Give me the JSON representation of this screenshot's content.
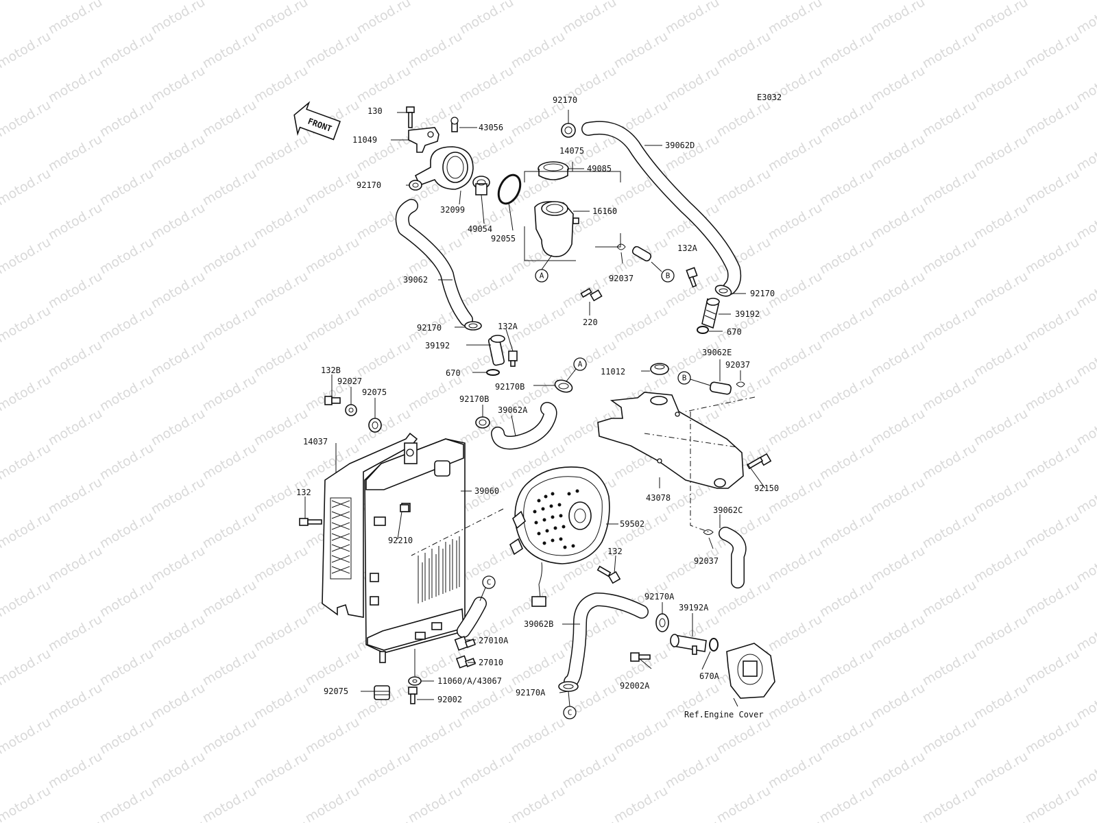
{
  "diagram": {
    "code": "E3032",
    "front_label": "FRONT",
    "ref_note": "Ref.Engine Cover",
    "watermark": "motod.ru"
  },
  "parts": [
    {
      "id": "p130",
      "number": "130"
    },
    {
      "id": "p43056",
      "number": "43056"
    },
    {
      "id": "p11049",
      "number": "11049"
    },
    {
      "id": "p92170-top",
      "number": "92170"
    },
    {
      "id": "p39062D",
      "number": "39062D"
    },
    {
      "id": "p14075",
      "number": "14075"
    },
    {
      "id": "p49085",
      "number": "49085"
    },
    {
      "id": "p92170-left",
      "number": "92170"
    },
    {
      "id": "p16160",
      "number": "16160"
    },
    {
      "id": "p32099",
      "number": "32099"
    },
    {
      "id": "p49054",
      "number": "49054"
    },
    {
      "id": "p92055",
      "number": "92055"
    },
    {
      "id": "p132A-right",
      "number": "132A"
    },
    {
      "id": "p92037-mid",
      "number": "92037"
    },
    {
      "id": "p92170-right",
      "number": "92170"
    },
    {
      "id": "p39062",
      "number": "39062"
    },
    {
      "id": "p39192-right",
      "number": "39192"
    },
    {
      "id": "p220",
      "number": "220"
    },
    {
      "id": "p670-right",
      "number": "670"
    },
    {
      "id": "p92170-mid",
      "number": "92170"
    },
    {
      "id": "p132A-mid",
      "number": "132A"
    },
    {
      "id": "p39192-mid",
      "number": "39192"
    },
    {
      "id": "p39062E",
      "number": "39062E"
    },
    {
      "id": "p92037-right",
      "number": "92037"
    },
    {
      "id": "p670-mid",
      "number": "670"
    },
    {
      "id": "p11012",
      "number": "11012"
    },
    {
      "id": "p132B",
      "number": "132B"
    },
    {
      "id": "p92170B-a",
      "number": "92170B"
    },
    {
      "id": "p92027",
      "number": "92027"
    },
    {
      "id": "p92075-top",
      "number": "92075"
    },
    {
      "id": "p92170B-b",
      "number": "92170B"
    },
    {
      "id": "p39062A",
      "number": "39062A"
    },
    {
      "id": "p14037",
      "number": "14037"
    },
    {
      "id": "p92150",
      "number": "92150"
    },
    {
      "id": "p39060",
      "number": "39060"
    },
    {
      "id": "p43078",
      "number": "43078"
    },
    {
      "id": "p132-left",
      "number": "132"
    },
    {
      "id": "p39062C",
      "number": "39062C"
    },
    {
      "id": "p59502",
      "number": "59502"
    },
    {
      "id": "p92210",
      "number": "92210"
    },
    {
      "id": "p92037-low",
      "number": "92037"
    },
    {
      "id": "p132-fan",
      "number": "132"
    },
    {
      "id": "p92170A-top",
      "number": "92170A"
    },
    {
      "id": "p39192A",
      "number": "39192A"
    },
    {
      "id": "p39062B",
      "number": "39062B"
    },
    {
      "id": "p27010A",
      "number": "27010A"
    },
    {
      "id": "p27010",
      "number": "27010"
    },
    {
      "id": "p92002A",
      "number": "92002A"
    },
    {
      "id": "p670A",
      "number": "670A"
    },
    {
      "id": "p11060",
      "number": "11060/A/43067"
    },
    {
      "id": "p92075-bot",
      "number": "92075"
    },
    {
      "id": "p92170A-bot",
      "number": "92170A"
    },
    {
      "id": "p92002",
      "number": "92002"
    }
  ],
  "connectors": [
    {
      "id": "cA1",
      "letter": "A"
    },
    {
      "id": "cB1",
      "letter": "B"
    },
    {
      "id": "cA2",
      "letter": "A"
    },
    {
      "id": "cB2",
      "letter": "B"
    },
    {
      "id": "cC1",
      "letter": "C"
    },
    {
      "id": "cC2",
      "letter": "C"
    }
  ]
}
